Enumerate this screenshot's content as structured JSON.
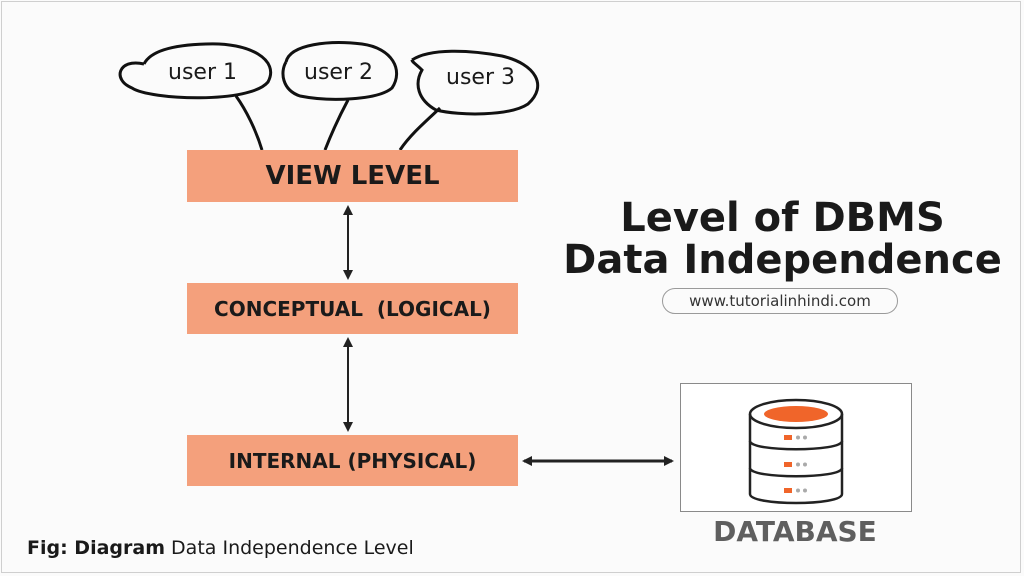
{
  "diagram": {
    "users": [
      "user 1",
      "user 2",
      "user 3"
    ],
    "levels": {
      "view": "VIEW LEVEL",
      "conceptual": "CONCEPTUAL  (LOGICAL)",
      "internal": "INTERNAL (PHYSICAL)"
    },
    "database_label": "DATABASE"
  },
  "title": {
    "line1": "Level of DBMS",
    "line2": "Data Independence"
  },
  "website": "www.tutorialinhindi.com",
  "caption": {
    "prefix": "Fig: Diagram",
    "text": " Data Independence Level"
  },
  "colors": {
    "level_fill": "#f4a07c",
    "db_accent": "#f0652a",
    "db_label": "#5f5f5f"
  },
  "icons": {
    "database": "database-server-icon"
  }
}
